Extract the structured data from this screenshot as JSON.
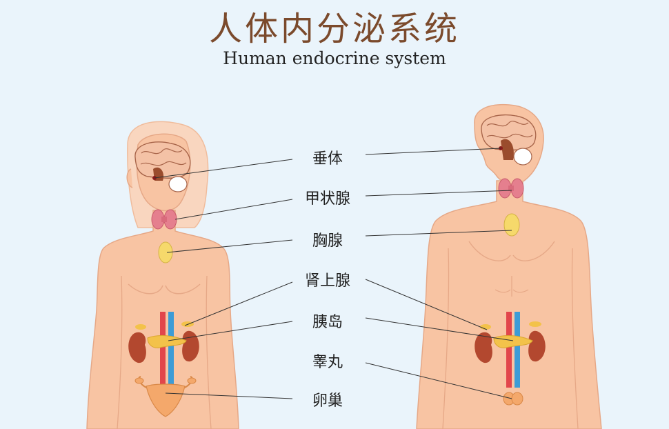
{
  "title": "人体内分泌系统",
  "subtitle": "Human endocrine system",
  "labels": [
    "垂体",
    "甲状腺",
    "胸腺",
    "肾上腺",
    "胰岛",
    "睾丸",
    "卵巢"
  ],
  "colors": {
    "background": "#eaf4fb",
    "skin": "#f8c4a3",
    "skin_outline": "#e6a887",
    "hair": "#f9d6bf",
    "title": "#7b4a2c",
    "thyroid": "#e57f8e",
    "thymus": "#f6d96b",
    "kidney": "#b3482f",
    "aorta": "#e2464b",
    "vena_cava": "#3d9cd6",
    "pancreas": "#f3c24a",
    "uterus": "#f4a86b"
  }
}
